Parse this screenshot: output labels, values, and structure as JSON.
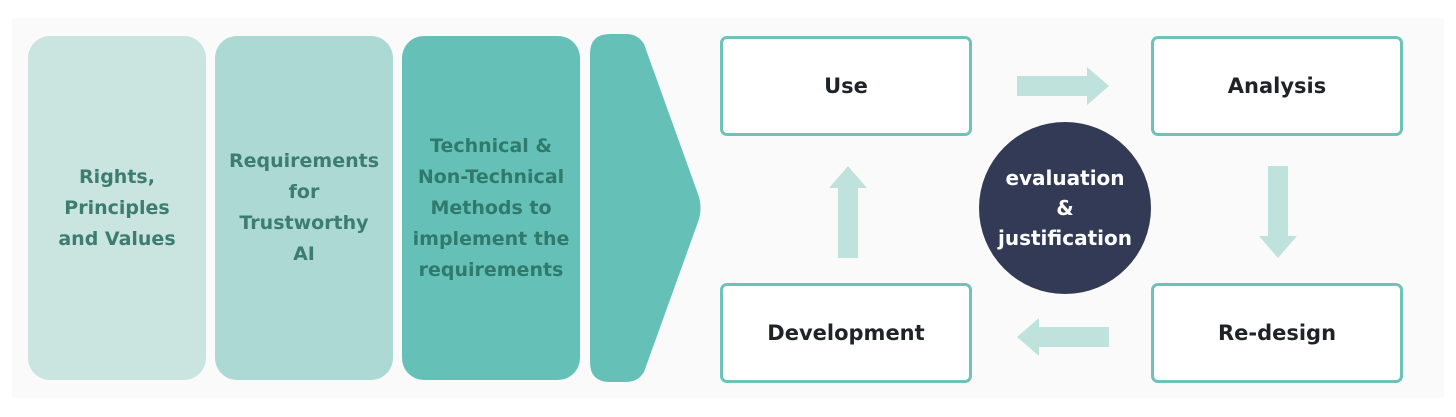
{
  "columns": [
    {
      "lines": [
        "Rights,",
        "Principles",
        "and Values"
      ]
    },
    {
      "lines": [
        "Requirements",
        "for",
        "Trustworthy",
        "AI"
      ]
    },
    {
      "lines": [
        "Technical &",
        "Non-Technical",
        "Methods to",
        "implement the",
        "requirements"
      ]
    }
  ],
  "cycle": {
    "use": "Use",
    "analysis": "Analysis",
    "redesign": "Re-design",
    "development": "Development"
  },
  "center": {
    "lines": [
      "evaluation",
      "&",
      "justification"
    ]
  },
  "colors": {
    "col1": "#cae4e0",
    "col2": "#acd9d3",
    "col3": "#65c1b8",
    "chevron": "#65c1b8",
    "box_border": "#6dc3b8",
    "arrow": "#bfe2dd",
    "circle": "#333a55",
    "column_text": "#3d7d70"
  }
}
